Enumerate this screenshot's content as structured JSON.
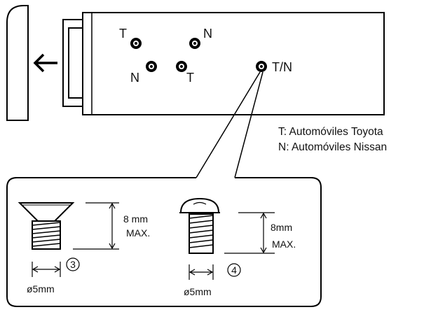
{
  "mounting_labels": {
    "toyota_upper": "T",
    "nissan_upper": "N",
    "nissan_lower": "N",
    "toyota_lower": "T",
    "shared": "T/N"
  },
  "legend": {
    "toyota": "T: Automóviles Toyota",
    "nissan": "N: Automóviles Nissan"
  },
  "screws": [
    {
      "id": "3",
      "circled": "3",
      "length_value": "8 mm",
      "length_note": "MAX.",
      "diameter": "ø5mm"
    },
    {
      "id": "4",
      "circled": "4",
      "length_value": "8mm",
      "length_note": "MAX.",
      "diameter": "ø5mm"
    }
  ],
  "icons": {
    "direction_arrow": "arrow-left-icon"
  }
}
